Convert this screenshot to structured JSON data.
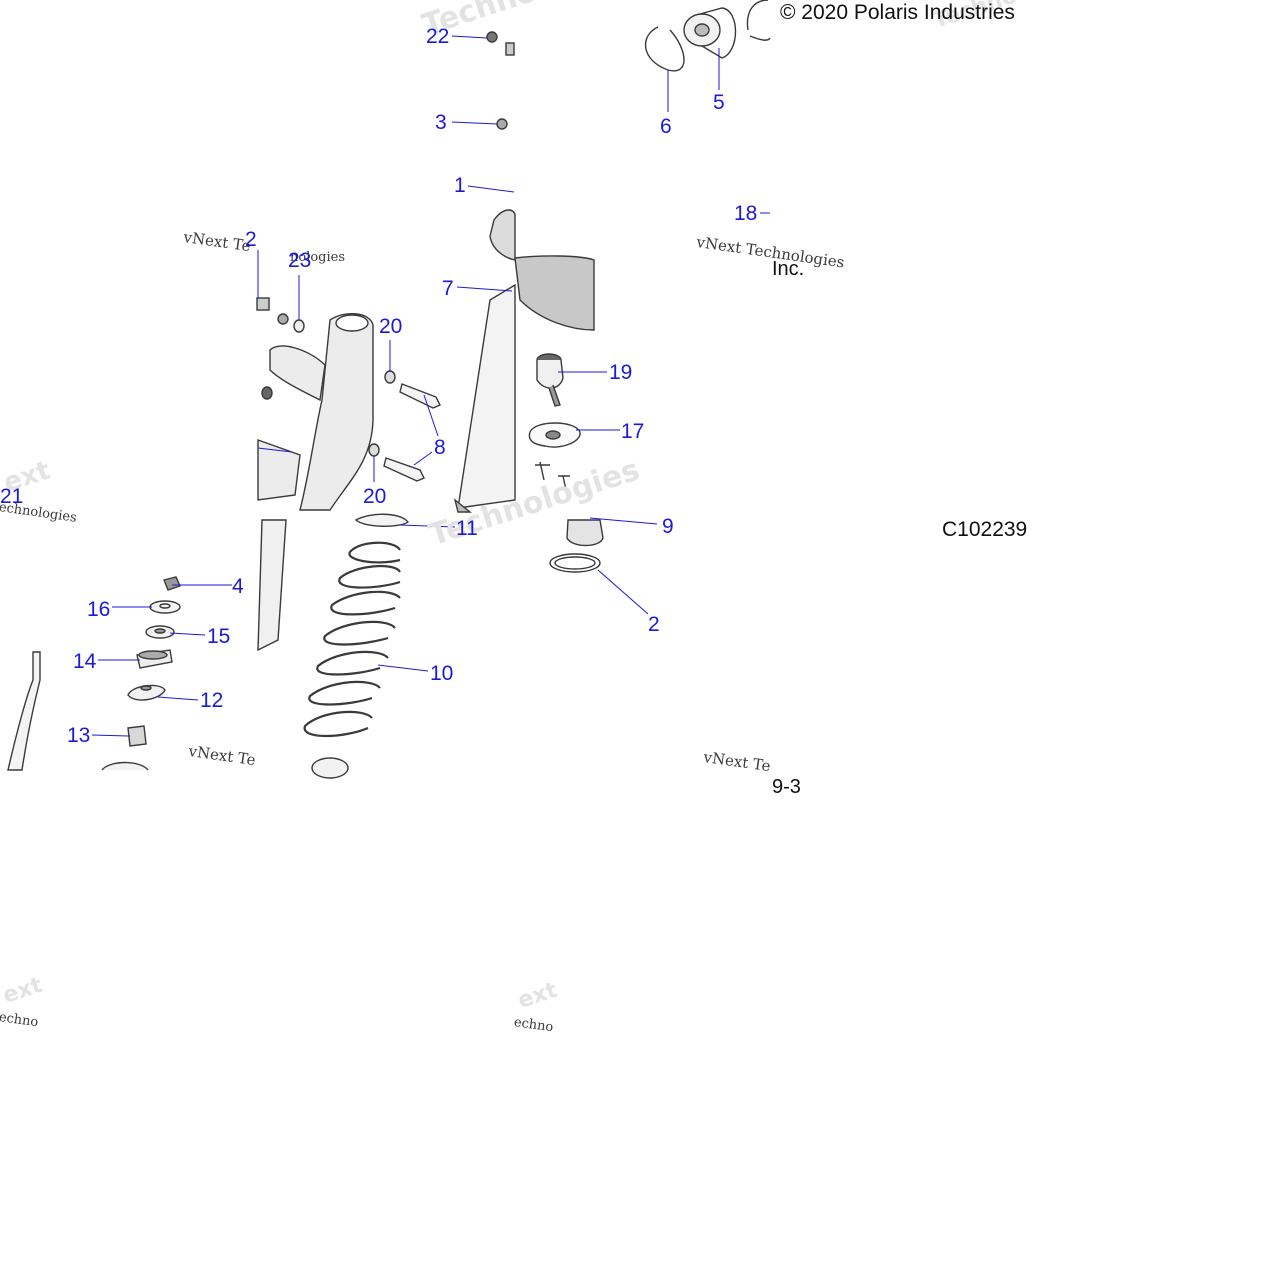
{
  "copyright": "© 2020 Polaris Industries",
  "copyright_fragment": "Inc.",
  "diagram_code": "C102239",
  "diagram_code_fragment": "9-3",
  "watermark_text": "vNext Technologies",
  "watermark_fragments": [
    "vNext Te",
    "Technologies",
    "Techno",
    "ext",
    "echnologies",
    "nologies",
    "ies",
    "ext",
    "echno",
    "ext",
    "echno"
  ],
  "colors": {
    "callout": "#1a1ad8",
    "outline": "#3a3a3a",
    "shade": "#9a9a9a"
  },
  "callouts": [
    {
      "id": "c22",
      "text": "22"
    },
    {
      "id": "c3",
      "text": "3"
    },
    {
      "id": "c1",
      "text": "1"
    },
    {
      "id": "c6",
      "text": "6"
    },
    {
      "id": "c5",
      "text": "5"
    },
    {
      "id": "c18",
      "text": "18"
    },
    {
      "id": "c2a",
      "text": "2"
    },
    {
      "id": "c23",
      "text": "23"
    },
    {
      "id": "c7",
      "text": "7"
    },
    {
      "id": "c20a",
      "text": "20"
    },
    {
      "id": "c19",
      "text": "19"
    },
    {
      "id": "c17",
      "text": "17"
    },
    {
      "id": "c8",
      "text": "8"
    },
    {
      "id": "c20b",
      "text": "20"
    },
    {
      "id": "c21",
      "text": "21"
    },
    {
      "id": "c11",
      "text": "11"
    },
    {
      "id": "c9",
      "text": "9"
    },
    {
      "id": "c4",
      "text": "4"
    },
    {
      "id": "c16",
      "text": "16"
    },
    {
      "id": "c15",
      "text": "15"
    },
    {
      "id": "c14",
      "text": "14"
    },
    {
      "id": "c2b",
      "text": "2"
    },
    {
      "id": "c10",
      "text": "10"
    },
    {
      "id": "c12",
      "text": "12"
    },
    {
      "id": "c13",
      "text": "13"
    }
  ]
}
